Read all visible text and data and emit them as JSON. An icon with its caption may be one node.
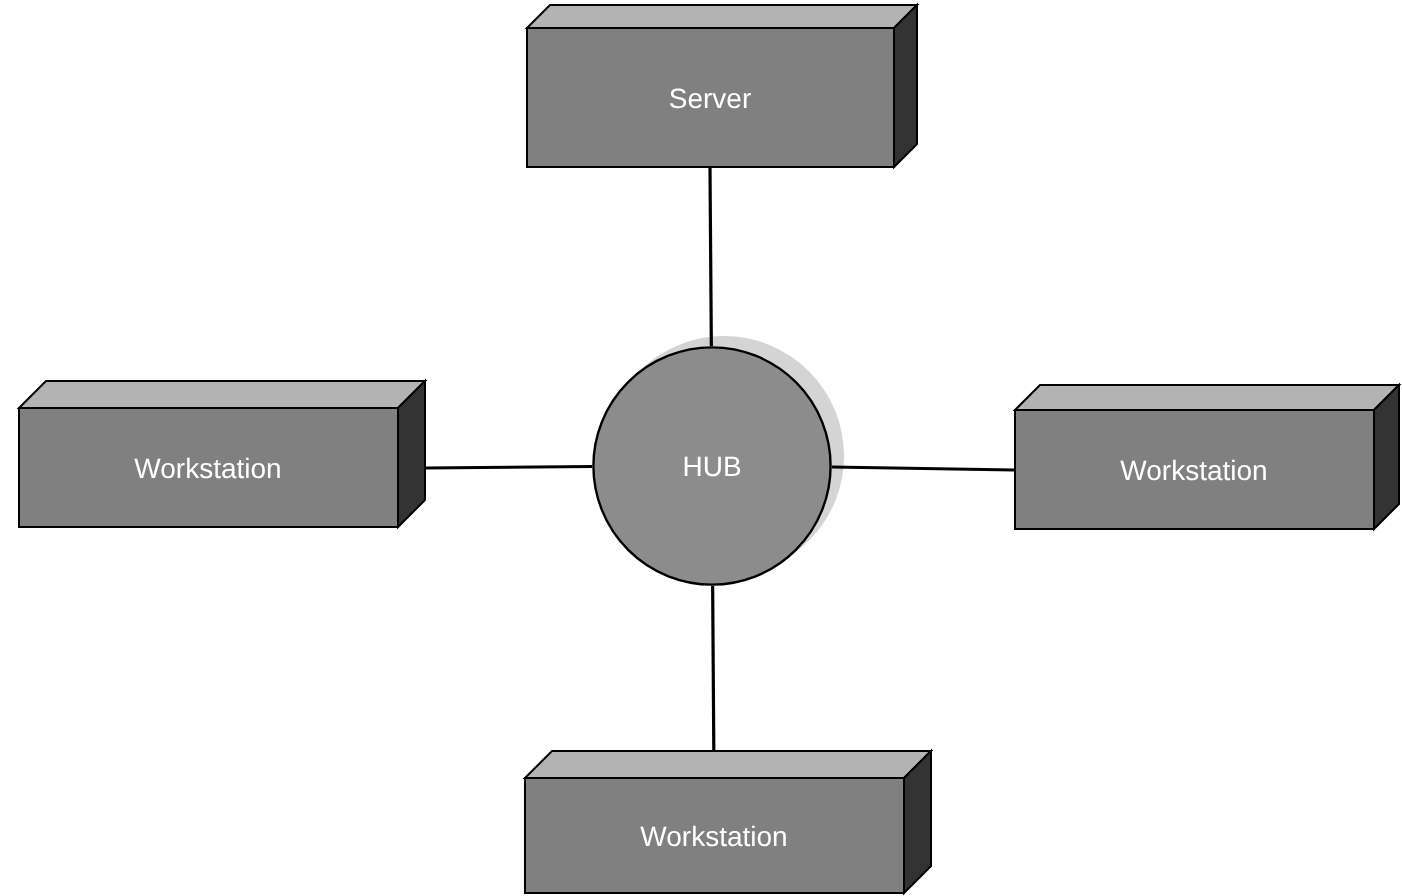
{
  "diagram": {
    "nodes": [
      {
        "text": [
          "Server"
        ]
      },
      {
        "text": [
          "Workstation"
        ]
      },
      {
        "text": [
          "HUB"
        ]
      },
      {
        "text": [
          "Workstation"
        ]
      },
      {
        "text": [
          "Workstation"
        ]
      }
    ],
    "edges": [
      {
        "from": 2,
        "to": 0,
        "arrow": "none"
      },
      {
        "from": 2,
        "to": 1,
        "arrow": "none"
      },
      {
        "from": 2,
        "to": 3,
        "arrow": "none"
      },
      {
        "from": 2,
        "to": 4,
        "arrow": "none"
      }
    ]
  }
}
